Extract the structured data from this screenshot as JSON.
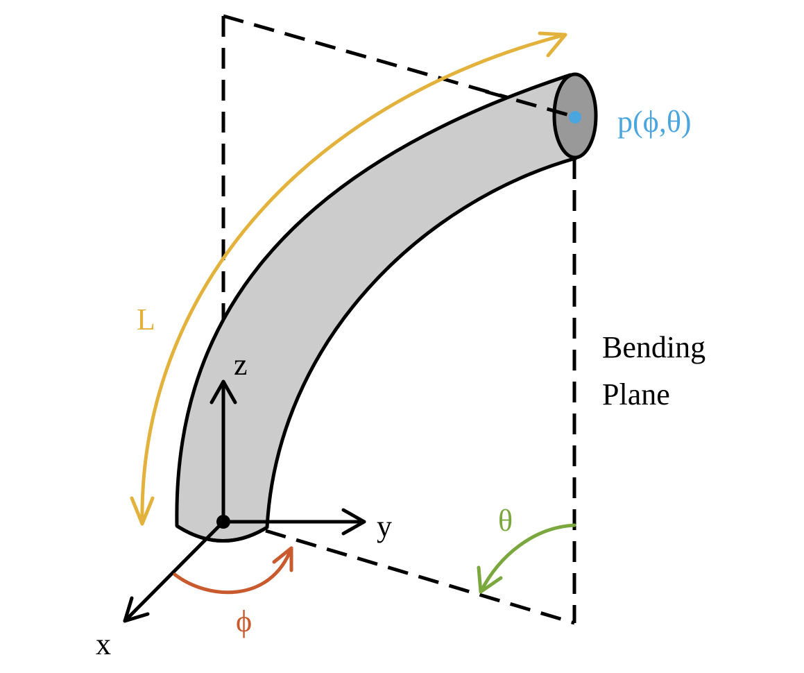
{
  "labels": {
    "length": "L",
    "point": "p(ϕ,θ)",
    "axis_z": "z",
    "axis_y": "y",
    "axis_x": "x",
    "phi": "ϕ",
    "theta": "θ",
    "plane_line1": "Bending",
    "plane_line2": "Plane"
  },
  "colors": {
    "length_arrow": "#E3B23C",
    "point": "#4BA6E0",
    "phi_arrow": "#C85A2E",
    "theta_arrow": "#7BA83E",
    "tube_fill": "#CCCCCC",
    "tube_end_fill": "#999999",
    "outline": "#000000"
  }
}
